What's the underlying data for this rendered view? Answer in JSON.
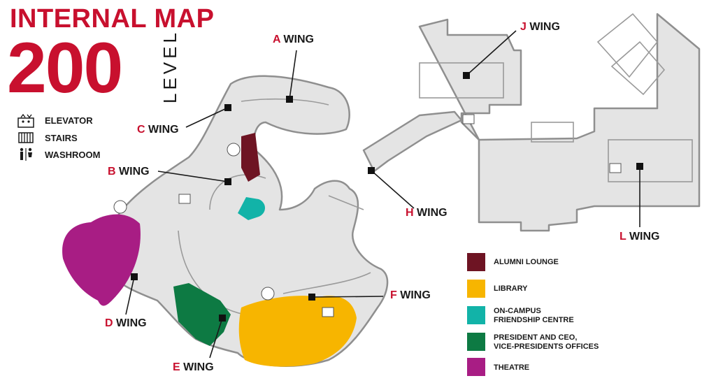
{
  "title": {
    "line1": "INTERNAL MAP",
    "number": "200",
    "level": "LEVEL"
  },
  "key": [
    {
      "label": "ELEVATOR",
      "icon": "elevator-icon"
    },
    {
      "label": "STAIRS",
      "icon": "stairs-icon"
    },
    {
      "label": "WASHROOM",
      "icon": "washroom-icon"
    }
  ],
  "wings": [
    {
      "letter": "A",
      "word": "WING"
    },
    {
      "letter": "B",
      "word": "WING"
    },
    {
      "letter": "C",
      "word": "WING"
    },
    {
      "letter": "D",
      "word": "WING"
    },
    {
      "letter": "E",
      "word": "WING"
    },
    {
      "letter": "F",
      "word": "WING"
    },
    {
      "letter": "H",
      "word": "WING"
    },
    {
      "letter": "J",
      "word": "WING"
    },
    {
      "letter": "L",
      "word": "WING"
    }
  ],
  "zones": [
    {
      "lines": [
        "ALUMNI LOUNGE"
      ],
      "color": "#6e1423"
    },
    {
      "lines": [
        "LIBRARY"
      ],
      "color": "#f7b500"
    },
    {
      "lines": [
        "ON-CAMPUS",
        "FRIENDSHIP CENTRE"
      ],
      "color": "#12b3a8"
    },
    {
      "lines": [
        "PRESIDENT AND CEO,",
        "VICE-PRESIDENTS OFFICES"
      ],
      "color": "#0d7a43"
    },
    {
      "lines": [
        "THEATRE"
      ],
      "color": "#a81d84"
    }
  ],
  "colors": {
    "accent": "#c8102e",
    "floor": "#e4e4e4",
    "wall": "#8f8f8f"
  }
}
